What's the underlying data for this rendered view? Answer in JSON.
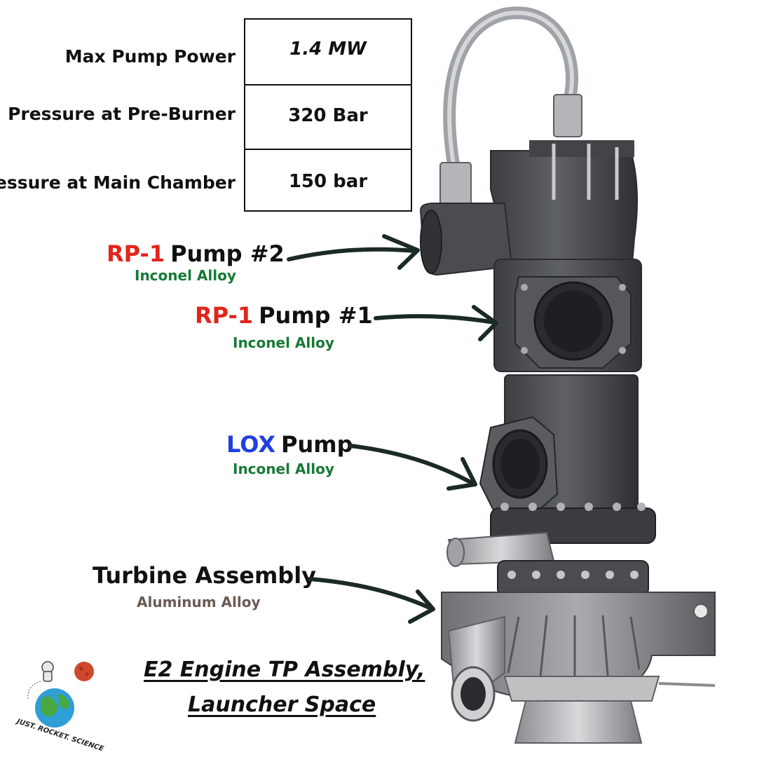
{
  "specs": [
    {
      "label": "Max Pump Power",
      "value": "1.4 MW"
    },
    {
      "label": "Pressure at Pre-Burner",
      "value": "320 Bar"
    },
    {
      "label": "Pressure at Main Chamber",
      "value": "150 bar"
    }
  ],
  "components": {
    "rp1_pump_2": {
      "fluid": "RP-1",
      "name": "Pump #2",
      "material": "Inconel Alloy"
    },
    "rp1_pump_1": {
      "fluid": "RP-1",
      "name": "Pump #1",
      "material": "Inconel Alloy"
    },
    "lox_pump": {
      "fluid": "LOX",
      "name": "Pump",
      "material": "Inconel Alloy"
    },
    "turbine": {
      "name": "Turbine Assembly",
      "material": "Aluminum Alloy"
    }
  },
  "caption": {
    "line1": "E2 Engine TP Assembly,",
    "line2": "Launcher Space"
  },
  "logo": {
    "text": "JUST. ROCKET. SCIENCE"
  },
  "colors": {
    "rp1": "#e1251b",
    "lox": "#1f3fe0",
    "inconel": "#177a35",
    "aluminum": "#6b5b55",
    "arrow": "#1b2a26"
  }
}
